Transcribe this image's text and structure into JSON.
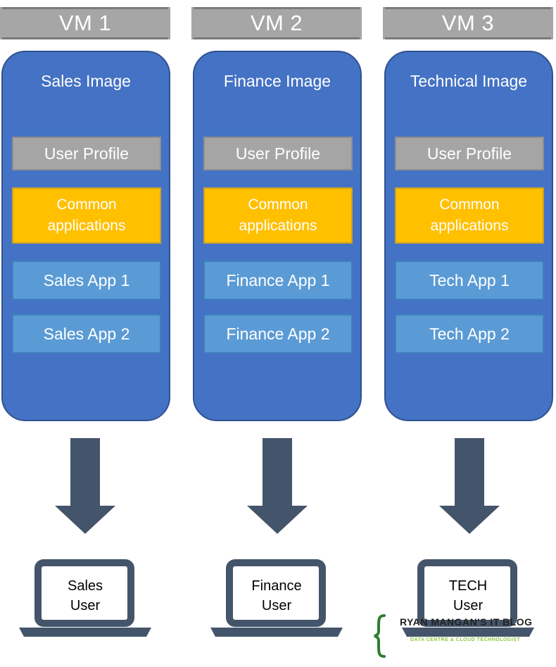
{
  "vms": [
    {
      "header": "VM 1",
      "image_title": "Sales Image",
      "user_profile": "User Profile",
      "common_line1": "Common",
      "common_line2": "applications",
      "app1": "Sales App 1",
      "app2": "Sales App 2",
      "user_line1": "Sales",
      "user_line2": "User"
    },
    {
      "header": "VM 2",
      "image_title": "Finance Image",
      "user_profile": "User Profile",
      "common_line1": "Common",
      "common_line2": "applications",
      "app1": "Finance App 1",
      "app2": "Finance App 2",
      "user_line1": "Finance",
      "user_line2": "User"
    },
    {
      "header": "VM 3",
      "image_title": "Technical Image",
      "user_profile": "User Profile",
      "common_line1": "Common",
      "common_line2": "applications",
      "app1": "Tech App 1",
      "app2": "Tech App 2",
      "user_line1": "TECH",
      "user_line2": "User"
    }
  ],
  "watermark": {
    "title": "RYAN MANGAN'S IT BLOG",
    "subtitle": "DATA CENTRE & CLOUD TECHNOLOGIST"
  },
  "colors": {
    "vm_header": "#a6a6a6",
    "image_panel": "#4472c4",
    "user_profile": "#a5a5a5",
    "common_apps": "#ffc000",
    "app_layer": "#5b9bd5",
    "arrow": "#44546a",
    "laptop": "#44546a"
  }
}
